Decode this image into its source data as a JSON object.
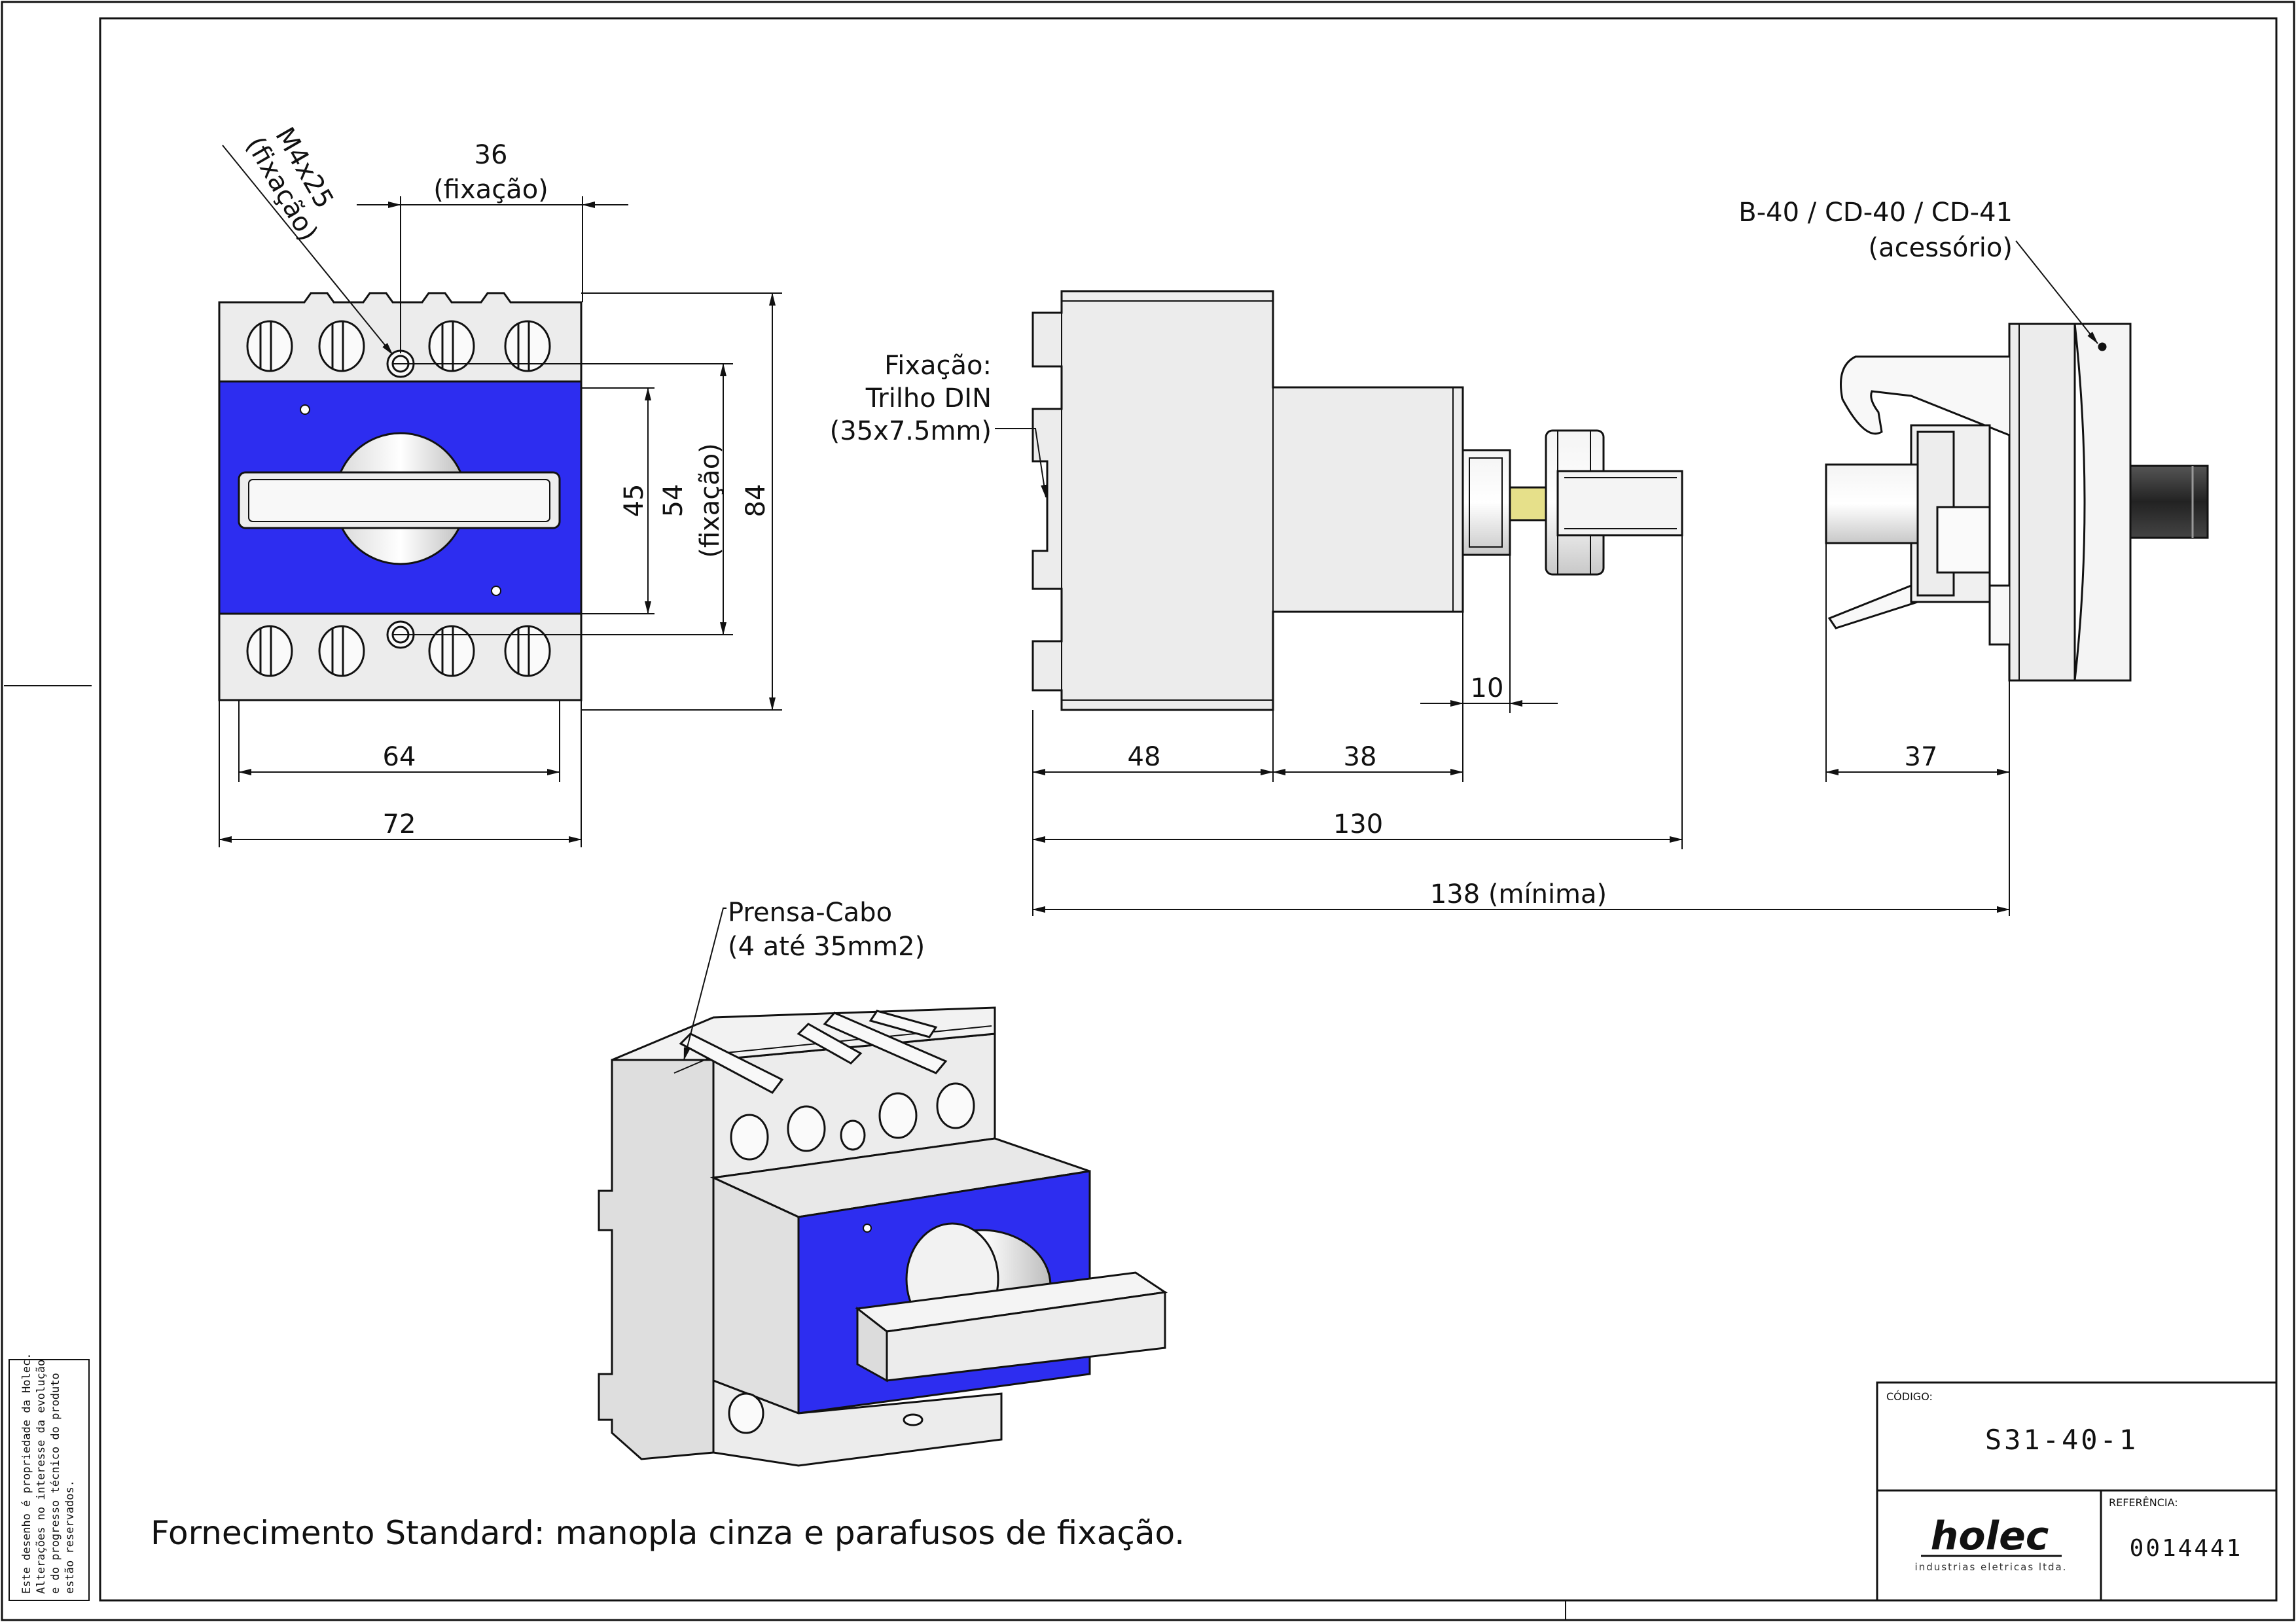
{
  "front_view": {
    "dim_fixing_width": "36",
    "dim_fixing_width_note": "(fixação)",
    "screw_label": "M4x25",
    "screw_note": "(fixação)",
    "dim_45": "45",
    "dim_54": "54",
    "dim_54_note": "(fixação)",
    "dim_84": "84",
    "dim_64": "64",
    "dim_72": "72"
  },
  "side_view": {
    "din_label_1": "Fixação:",
    "din_label_2": "Trilho DIN",
    "din_label_3": "(35x7.5mm)",
    "dim_10": "10",
    "dim_48": "48",
    "dim_38": "38",
    "dim_130": "130",
    "dim_138": "138 (mínima)"
  },
  "accessory_view": {
    "label_1": "B-40 / CD-40 / CD-41",
    "label_2": "(acessório)",
    "dim_37": "37"
  },
  "iso_view": {
    "label_1": "Prensa-Cabo",
    "label_2": "(4 até 35mm2)"
  },
  "note": "Fornecimento Standard: manopla cinza e parafusos de fixação.",
  "side_notice": [
    "Este desenho é propriedade da Holec.",
    "Alterações no interesse da evolução",
    "e do progresso técnico do produto",
    "estão reservados."
  ],
  "title_block": {
    "code_label": "CÓDIGO:",
    "code_value": "S31-40-1",
    "ref_label": "REFERÊNCIA:",
    "ref_value": "0014441",
    "logo": "holec",
    "logo_sub": "industrias eletricas ltda."
  },
  "colors": {
    "blue": "#2d2df0",
    "body": "#ececec",
    "line": "#111111"
  }
}
